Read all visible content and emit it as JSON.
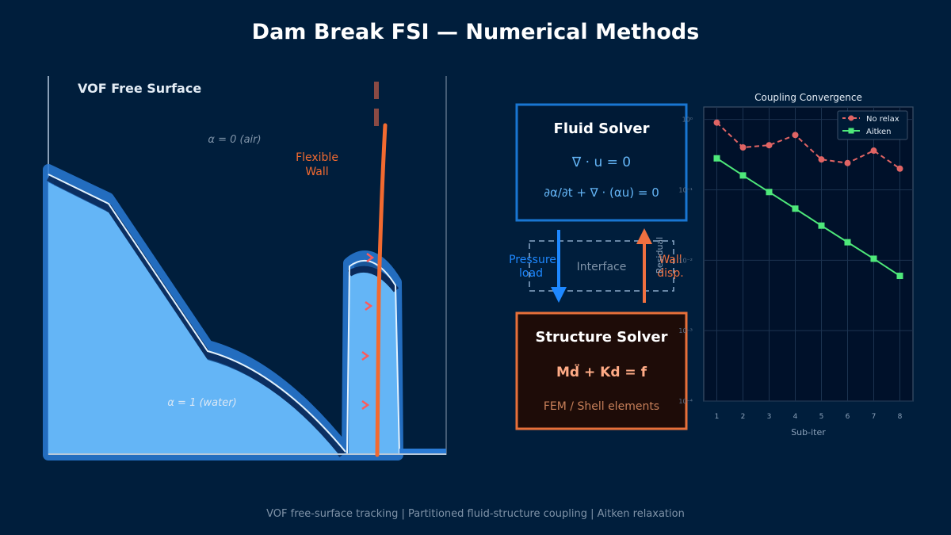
{
  "title": "Dam Break FSI — Numerical Methods",
  "footer": "VOF free-surface tracking  |  Partitioned fluid-structure coupling  |  Aitken relaxation",
  "vof": {
    "heading": "VOF Free Surface",
    "air_label": "α = 0 (air)",
    "water_label": "α = 1 (water)",
    "wall_label_1": "Flexible",
    "wall_label_2": "Wall"
  },
  "fluid": {
    "title": "Fluid Solver",
    "eq1": "∇ · u = 0",
    "eq2": "∂α/∂t + ∇ · (αu) = 0"
  },
  "interface": {
    "label": "Interface",
    "left_1": "Pressure",
    "left_2": "load",
    "right_1": "Wall",
    "right_2": "disp."
  },
  "structure": {
    "title": "Structure Solver",
    "eq": "Md̈ + Kd = f",
    "sub": "FEM / Shell elements"
  },
  "colors": {
    "background": "#001e3c",
    "water": "#64b5f6",
    "fluid_box": "#1976d2",
    "structure_box": "#e8703a",
    "no_relax": "#e06464",
    "aitken": "#4ee87a"
  },
  "chart_data": {
    "type": "line",
    "title": "Coupling Convergence",
    "xlabel": "Sub-iter",
    "ylabel": "Residual",
    "x": [
      1,
      2,
      3,
      4,
      5,
      6,
      7,
      8
    ],
    "yscale": "log",
    "ylim": [
      0.0001,
      1.5
    ],
    "yticks": [
      {
        "value": 1,
        "label": "10⁰"
      },
      {
        "value": 0.1,
        "label": "10⁻¹"
      },
      {
        "value": 0.01,
        "label": "10⁻²"
      },
      {
        "value": 0.001,
        "label": "10⁻³"
      },
      {
        "value": 0.0001,
        "label": "10⁻⁴"
      }
    ],
    "grid": true,
    "legend": "top-right",
    "series": [
      {
        "name": "No relax",
        "color": "#e06464",
        "style": "dashed",
        "marker": "circle",
        "values": [
          0.9,
          0.4,
          0.43,
          0.6,
          0.27,
          0.24,
          0.36,
          0.2
        ]
      },
      {
        "name": "Aitken",
        "color": "#4ee87a",
        "style": "solid",
        "marker": "square",
        "values": [
          0.28,
          0.16,
          0.093,
          0.054,
          0.031,
          0.018,
          0.0105,
          0.006
        ]
      }
    ]
  }
}
